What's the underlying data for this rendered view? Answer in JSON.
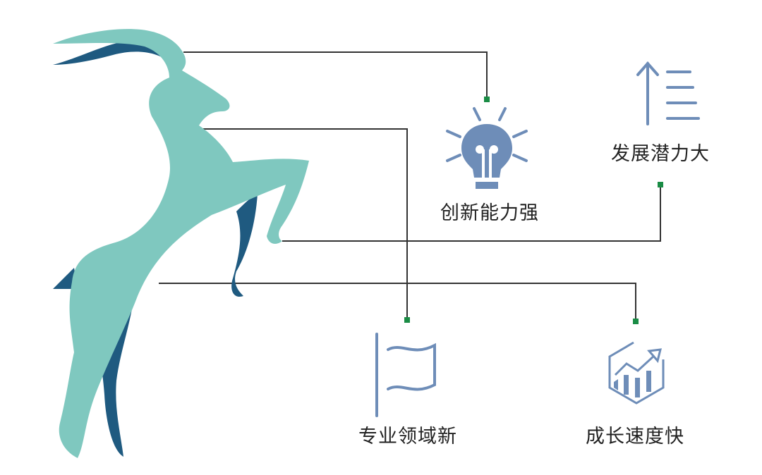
{
  "figure": {
    "mascot": "leaping-ibex",
    "colors": {
      "body": "#7fc8bf",
      "shadow": "#1f5a80",
      "icon": "#6e8db8",
      "line": "#333333",
      "connector_dot": "#1a8c45"
    }
  },
  "features": [
    {
      "id": "innovation",
      "label": "创新能力强",
      "icon": "lightbulb-icon"
    },
    {
      "id": "potential",
      "label": "发展潜力大",
      "icon": "arrow-up-list-icon"
    },
    {
      "id": "field",
      "label": "专业领域新",
      "icon": "flag-icon"
    },
    {
      "id": "growth",
      "label": "成长速度快",
      "icon": "growth-chart-icon"
    }
  ]
}
